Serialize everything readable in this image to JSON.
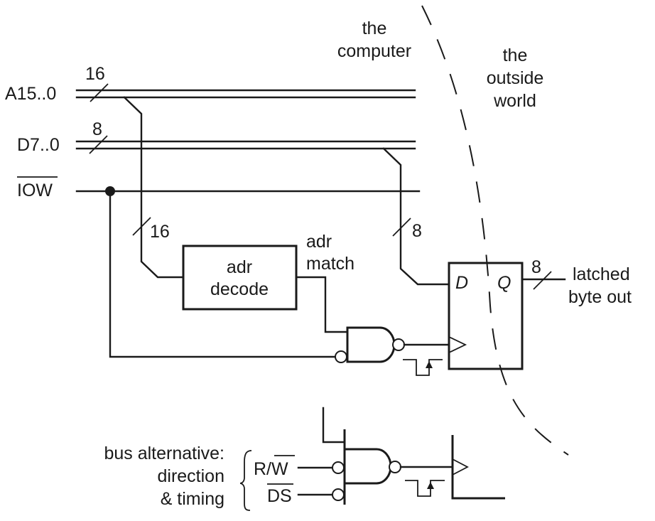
{
  "diagram": {
    "regions": {
      "computer": [
        "the",
        "computer"
      ],
      "outside": [
        "the",
        "outside",
        "world"
      ]
    },
    "signals": {
      "address_bus": "A15..0",
      "data_bus": "D7..0",
      "iow": "IOW"
    },
    "bus_widths": {
      "address": "16",
      "data": "8",
      "decoder_input": "16",
      "latch_input": "8",
      "latch_output": "8"
    },
    "decoder": {
      "label": [
        "adr",
        "decode"
      ],
      "output_label": [
        "adr",
        "match"
      ]
    },
    "latch": {
      "d_pin": "D",
      "q_pin": "Q",
      "output_label": [
        "latched",
        "byte out"
      ]
    },
    "alternative": {
      "caption": [
        "bus alternative:",
        "direction",
        "& timing"
      ],
      "rw_prefix": "R/",
      "rw_bar": "W",
      "ds": "DS"
    }
  }
}
